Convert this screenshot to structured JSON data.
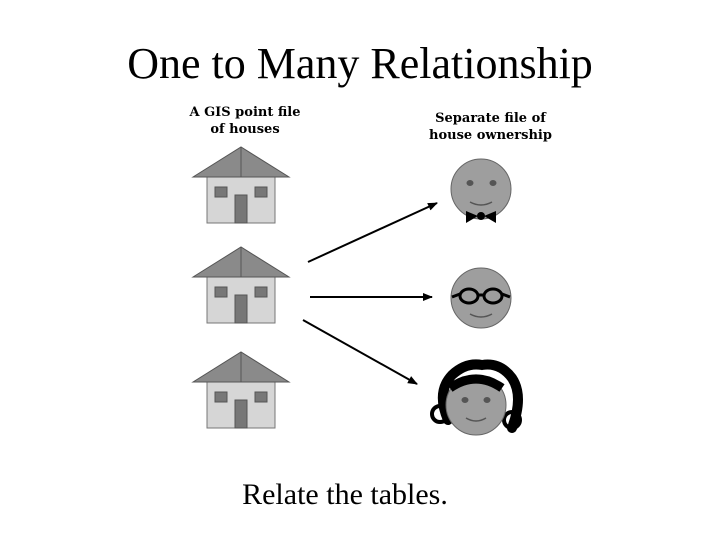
{
  "slide": {
    "title": "One to Many Relationship",
    "caption": "Relate the tables."
  },
  "left_label": {
    "line1": "A GIS point file",
    "line2": "of houses"
  },
  "right_label": {
    "line1": "Separate file of",
    "line2": "house ownership"
  },
  "houses": [
    {
      "icon": "house-icon"
    },
    {
      "icon": "house-icon"
    },
    {
      "icon": "house-icon"
    }
  ],
  "owners": [
    {
      "icon": "face-with-bowtie-icon"
    },
    {
      "icon": "face-with-glasses-icon"
    },
    {
      "icon": "face-with-curly-hair-icon"
    }
  ],
  "colors": {
    "roof": "#8a8a8a",
    "wall": "#d6d6d6",
    "face": "#9e9e9e",
    "ink": "#000000"
  }
}
